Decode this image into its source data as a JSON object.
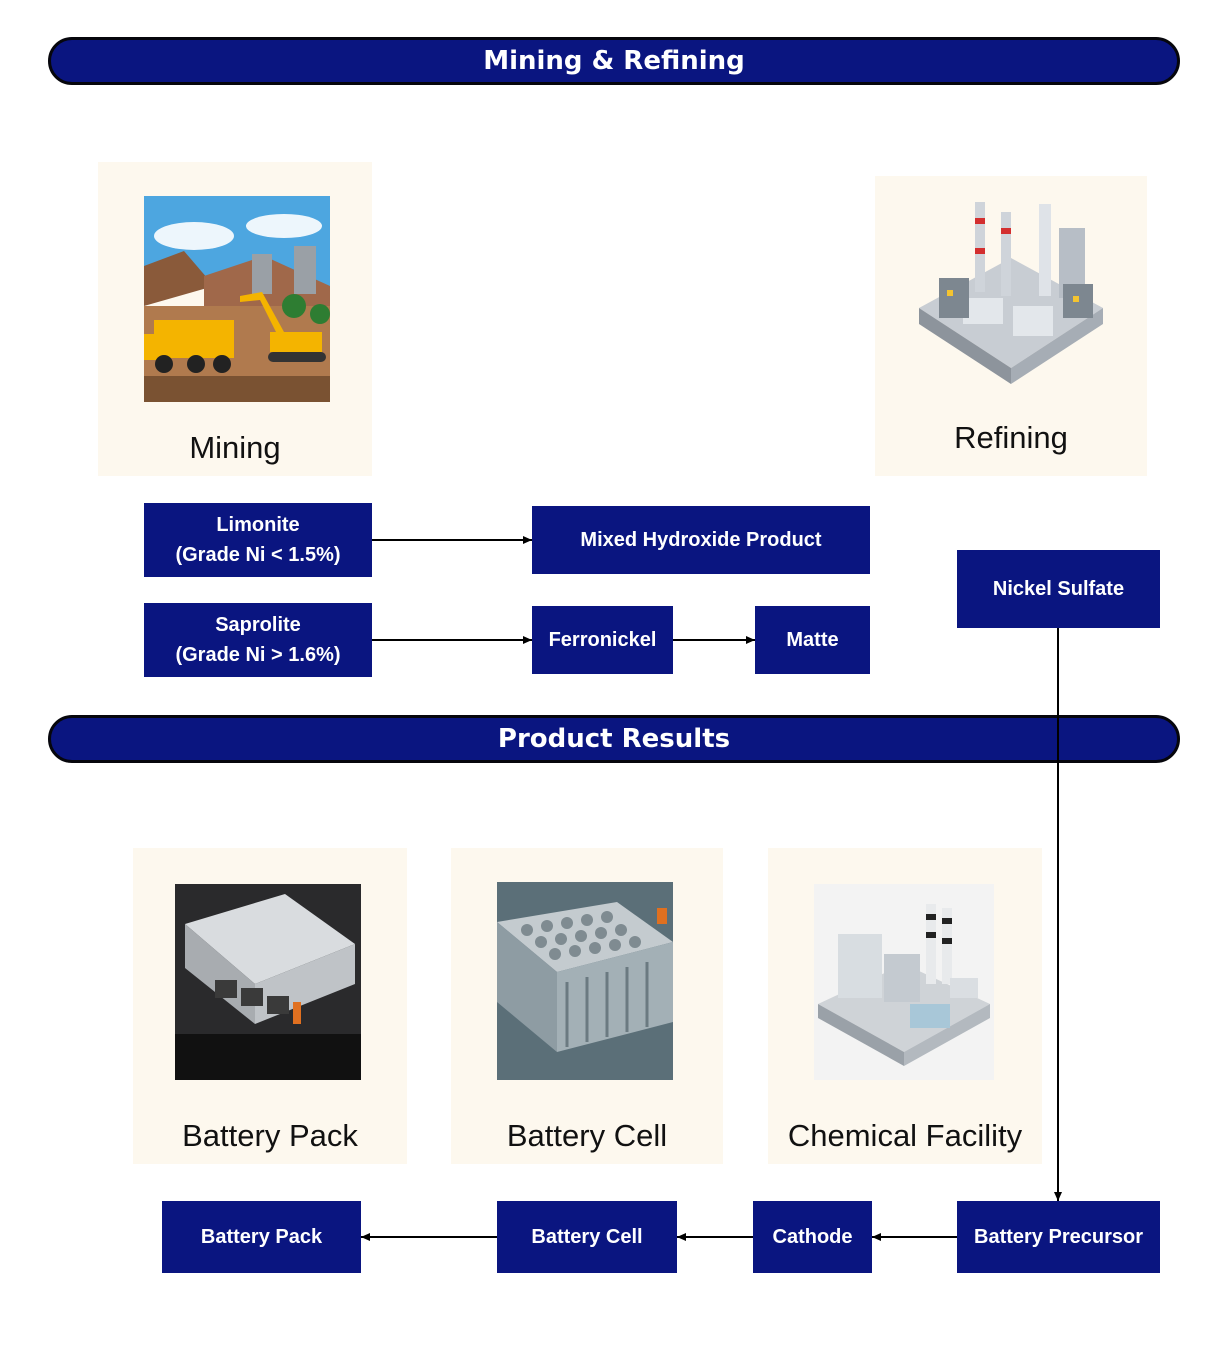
{
  "sections": {
    "top": "Mining & Refining",
    "bottom": "Product Results"
  },
  "cards": {
    "mining": {
      "label": "Mining",
      "icon": "mining-site-icon"
    },
    "refining": {
      "label": "Refining",
      "icon": "refinery-icon"
    },
    "battery_pack": {
      "label": "Battery Pack",
      "icon": "battery-pack-icon"
    },
    "battery_cell": {
      "label": "Battery Cell",
      "icon": "battery-cell-icon"
    },
    "chemical_facility": {
      "label": "Chemical Facility",
      "icon": "chemical-plant-icon"
    }
  },
  "nodes": {
    "limonite": {
      "line1": "Limonite",
      "line2": "(Grade Ni < 1.5%)"
    },
    "saprolite": {
      "line1": "Saprolite",
      "line2": "(Grade Ni > 1.6%)"
    },
    "mhp": "Mixed Hydroxide Product",
    "ferronickel": "Ferronickel",
    "matte": "Matte",
    "nickel_sulfate": "Nickel Sulfate",
    "battery_precursor": "Battery Precursor",
    "cathode": "Cathode",
    "battery_cell": "Battery Cell",
    "battery_pack": "Battery Pack"
  },
  "colors": {
    "navy": "#0a1580",
    "card_bg": "#fdf8ee",
    "text_light": "#ffffff"
  }
}
